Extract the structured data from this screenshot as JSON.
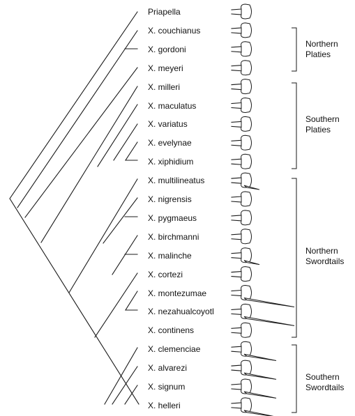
{
  "taxa": [
    "Priapella",
    "X. couchianus",
    "X. gordoni",
    "X. meyeri",
    "X. milleri",
    "X. maculatus",
    "X. variatus",
    "X. evelynae",
    "X. xiphidium",
    "X. multilineatus",
    "X. nigrensis",
    "X. pygmaeus",
    "X. birchmanni",
    "X. malinche",
    "X. cortezi",
    "X. montezumae",
    "X. nezahualcoyotl",
    "X. continens",
    "X. clemenciae",
    "X. alvarezi",
    "X. signum",
    "X. helleri"
  ],
  "tail_types": [
    "plain",
    "plain",
    "plain",
    "plain",
    "plain",
    "plain",
    "plain",
    "plain",
    "plain",
    "short-sword",
    "plain",
    "plain",
    "plain",
    "short-sword",
    "plain",
    "long-sword",
    "long-sword",
    "plain",
    "sword",
    "sword",
    "sword",
    "sword"
  ],
  "groups": [
    {
      "name": [
        "Northern",
        "Platies"
      ]
    },
    {
      "name": [
        "Southern",
        "Platies"
      ]
    },
    {
      "name": [
        "Northern",
        "Swordtails"
      ]
    },
    {
      "name": [
        "Southern",
        "Swordtails"
      ]
    }
  ]
}
